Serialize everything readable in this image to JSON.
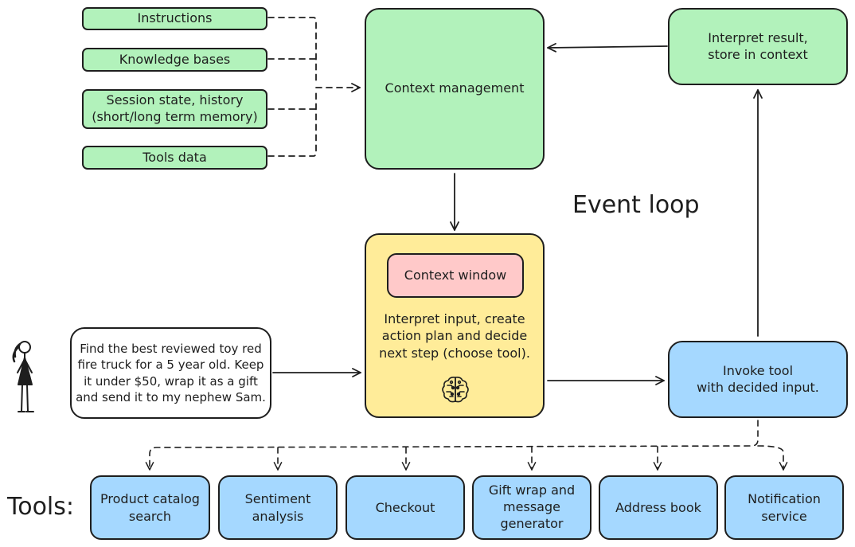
{
  "sources": [
    {
      "label": "Instructions"
    },
    {
      "label": "Knowledge bases"
    },
    {
      "label": "Session state, history\n(short/long term memory)"
    },
    {
      "label": "Tools data"
    }
  ],
  "context_management": {
    "label": "Context management"
  },
  "interpret_result": {
    "label": "Interpret result,\nstore in context"
  },
  "event_loop": {
    "label": "Event loop"
  },
  "agent": {
    "context_window": "Context window",
    "text": "Interpret input, create\naction plan and decide\nnext step (choose tool).",
    "icon": "brain-circuit-icon"
  },
  "user_prompt": {
    "text": "Find the best reviewed toy red\nfire truck for a 5 year old. Keep\nit under $50, wrap it as a gift\nand send it to my nephew Sam."
  },
  "user_icon": "person-icon",
  "invoke_tool": {
    "label": "Invoke tool\nwith decided input."
  },
  "tools_heading": "Tools:",
  "tools": [
    {
      "label": "Product catalog\nsearch"
    },
    {
      "label": "Sentiment\nanalysis"
    },
    {
      "label": "Checkout"
    },
    {
      "label": "Gift wrap and\nmessage\ngenerator"
    },
    {
      "label": "Address book"
    },
    {
      "label": "Notification\nservice"
    }
  ],
  "colors": {
    "green": "#b2f2bb",
    "blue": "#a5d8ff",
    "yellow": "#ffec99",
    "pink": "#ffc9c9",
    "stroke": "#1e1e1e"
  }
}
